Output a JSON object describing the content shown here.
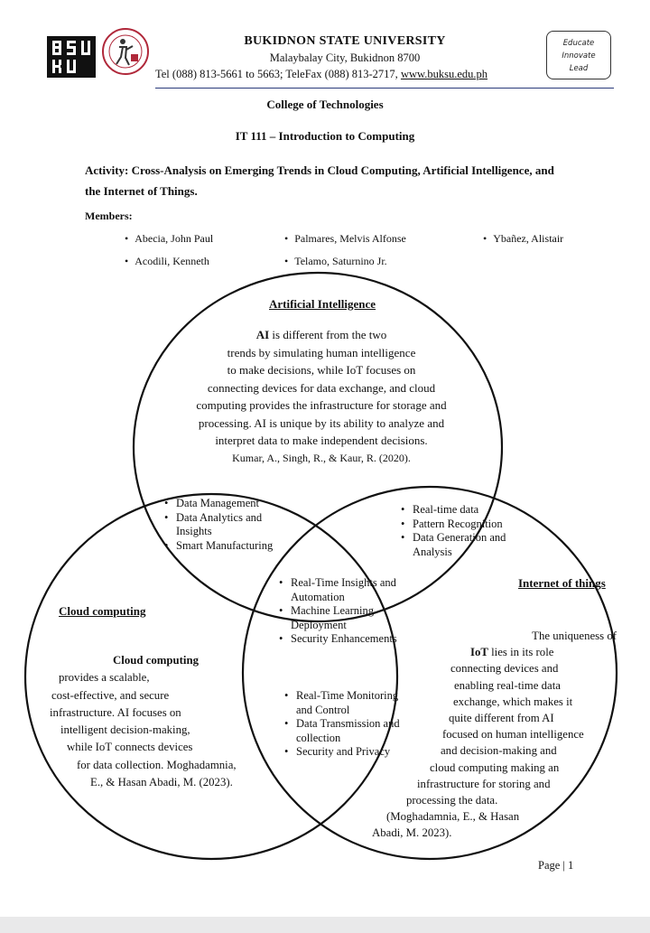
{
  "header": {
    "university": "BUKIDNON STATE UNIVERSITY",
    "address": "Malaybalay City, Bukidnon 8700",
    "contact": "Tel (088) 813-5661 to 5663; TeleFax (088) 813-2717, ",
    "website": "www.buksu.edu.ph",
    "motto": [
      "Educate",
      "Innovate",
      "Lead"
    ],
    "logo_text": "BSU"
  },
  "college": "College of Technologies",
  "course": "IT 111 – Introduction to Computing",
  "activity": "Activity: Cross-Analysis on Emerging Trends in Cloud Computing, Artificial Intelligence, and the Internet of Things.",
  "members_heading": "Members:",
  "members": [
    "Abecia, John Paul",
    "Palmares, Melvis Alfonse",
    "Ybañez, Alistair",
    "Acodili, Kenneth",
    "Telamo, Saturnino Jr."
  ],
  "venn": {
    "ai": {
      "label": "Artificial Intelligence",
      "bold": "AI",
      "lines": [
        " is different from the two",
        "trends by simulating human intelligence",
        "to make decisions, while IoT focuses on",
        "connecting devices for data exchange, and cloud",
        "computing provides the infrastructure for storage and",
        "processing. AI is unique by its ability to analyze and",
        "interpret data to make independent decisions."
      ],
      "citation": "Kumar, A., Singh, R., & Kaur, R. (2020)."
    },
    "cloud": {
      "label": "Cloud computing",
      "bold": "Cloud computing",
      "lines": [
        "provides a scalable,",
        "cost-effective, and secure",
        "infrastructure. AI focuses on",
        "intelligent decision-making,",
        "while IoT connects devices",
        "for data collection. Moghadamnia,",
        "E., & Hasan Abadi, M. (2023)."
      ]
    },
    "iot": {
      "label": "Internet of things",
      "lines": [
        "The uniqueness of",
        " lies in its role",
        "connecting devices and",
        "enabling real-time data",
        "exchange, which makes it",
        "quite different from AI",
        "focused on human intelligence",
        "and decision-making and",
        "cloud computing making an",
        "infrastructure for storing and",
        "processing the data.",
        "(Moghadamnia, E.,  & Hasan",
        "Abadi,  M. 2023)."
      ],
      "bold": "IoT"
    },
    "ai_cloud": [
      "Data Management",
      "Data Analytics and Insights",
      "Smart Manufacturing"
    ],
    "ai_iot": [
      "Real-time data",
      "Pattern Recognition",
      "Data Generation and Analysis"
    ],
    "all_three": [
      "Real-Time Insights and Automation",
      "Machine Learning Deployment",
      "Security Enhancements"
    ],
    "cloud_iot": [
      "Real-Time Monitoring and Control",
      "Data Transmission and collection",
      "Security and Privacy"
    ]
  },
  "page_label": "Page | 1"
}
